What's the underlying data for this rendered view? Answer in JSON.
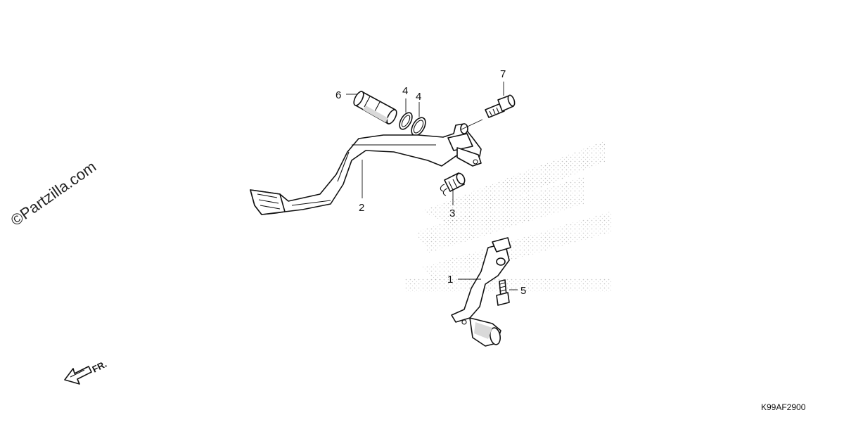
{
  "watermark": "©Partzilla.com",
  "diagram_code": "K99AF2900",
  "direction_label": "FR.",
  "callouts": [
    "1",
    "2",
    "3",
    "4",
    "4",
    "5",
    "6",
    "7"
  ],
  "colors": {
    "line": "#111111",
    "background": "#ffffff",
    "shading": "#d9d9d9"
  }
}
